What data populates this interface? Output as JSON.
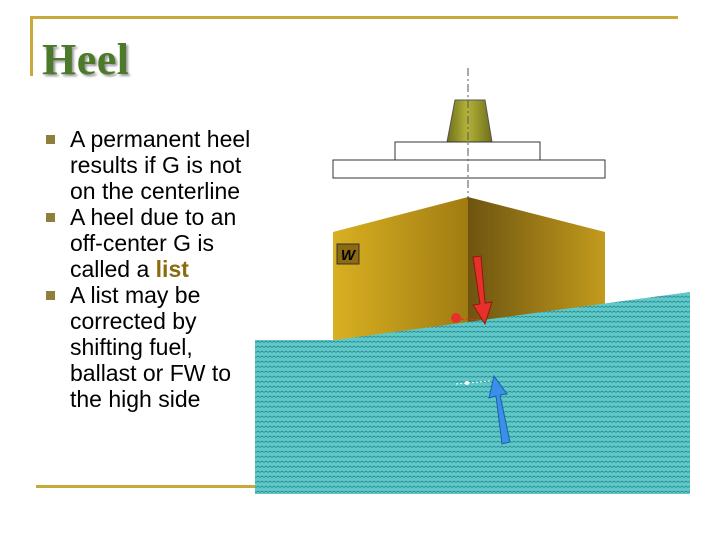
{
  "slide": {
    "title": "Heel",
    "bullets": [
      {
        "text": "A permanent heel results if G is not on the centerline"
      },
      {
        "text_before": "A heel due to an off-center G is called a ",
        "highlight": "list"
      },
      {
        "text": "A list may be corrected by shifting fuel, ballast or FW to the high side"
      }
    ]
  },
  "diagram": {
    "weight_label": "W",
    "colors": {
      "title": "#4d7a2a",
      "frame": "#c9a93b",
      "hull_light": "#d4aa1f",
      "hull_dark": "#8c6a12",
      "funnel": "#9a9a2a",
      "water": "#5fc8c8",
      "weight_arrow": "#e8302a",
      "buoyancy_arrow": "#3a8fe8",
      "highlight_text": "#8c6a12"
    }
  }
}
